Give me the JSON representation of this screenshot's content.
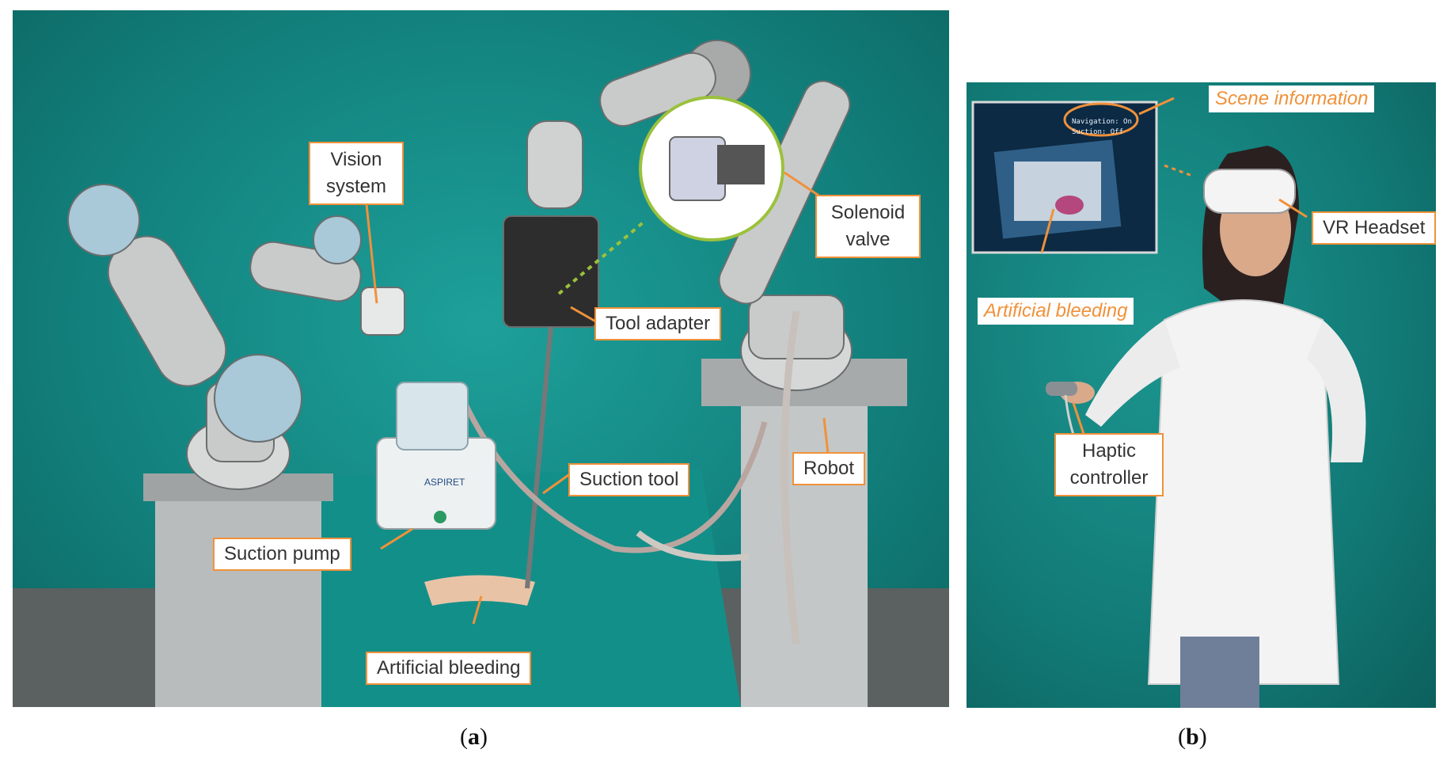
{
  "panel_a": {
    "labels": {
      "vision_system": "Vision system",
      "solenoid_valve": "Solenoid valve",
      "tool_adapter": "Tool adapter",
      "robot": "Robot",
      "suction_tool": "Suction tool",
      "suction_pump": "Suction pump",
      "artificial_bleeding": "Artificial bleeding"
    },
    "device_text": "ASPIRET",
    "caption": {
      "open": "(",
      "letter": "a",
      "close": ")"
    }
  },
  "panel_b": {
    "labels": {
      "scene_information": "Scene information",
      "vr_headset": "VR Headset",
      "artificial_bleeding": "Artificial bleeding",
      "haptic_controller": "Haptic controller"
    },
    "hud": {
      "navigation": "Navigation: On",
      "suction": "Suction: Off"
    },
    "caption": {
      "open": "(",
      "letter": "b",
      "close": ")"
    }
  },
  "colors": {
    "annotation_orange": "#f0913a",
    "backdrop_teal": "#13837f",
    "dashed_green": "#9bc13c"
  }
}
